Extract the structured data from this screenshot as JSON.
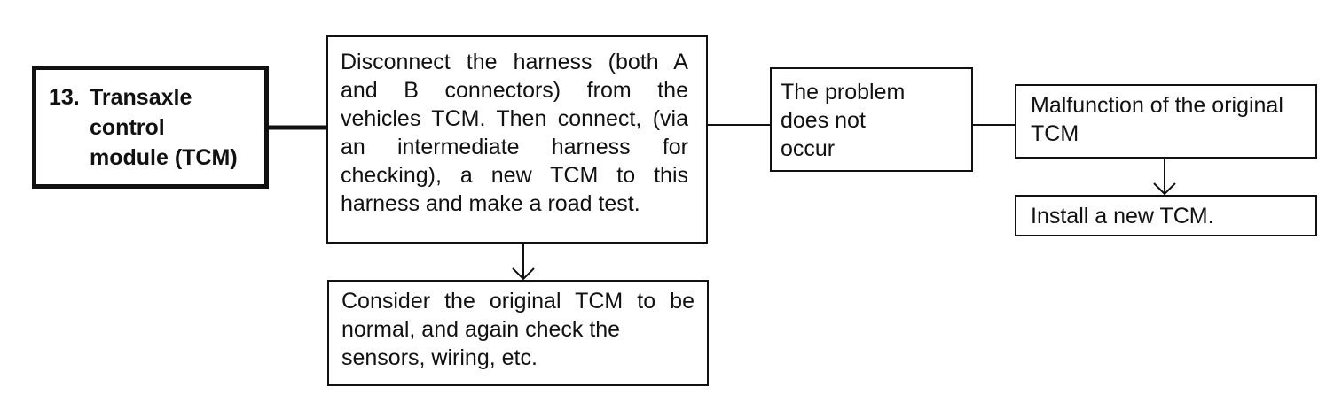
{
  "diagram": {
    "component_box": {
      "number": "13.",
      "lines": [
        "Transaxle",
        "control",
        "module (TCM)"
      ]
    },
    "test_box": {
      "lines": [
        "Disconnect the harness (both A",
        "and B connectors) from the",
        "vehicles TCM. Then connect, (via",
        "an intermediate harness for",
        "checking), a new TCM to this",
        "harness and make a road test."
      ]
    },
    "result_box": {
      "lines": [
        "The problem",
        "does not",
        "occur"
      ]
    },
    "malfunction_box": {
      "lines": [
        "Malfunction of the original",
        "TCM"
      ]
    },
    "install_box": {
      "lines": [
        "Install a new TCM."
      ]
    },
    "normal_box": {
      "lines": [
        "Consider the original TCM to be",
        "normal, and again check the",
        "sensors, wiring, etc."
      ]
    },
    "colors": {
      "line": "#111111",
      "background": "#ffffff"
    }
  }
}
